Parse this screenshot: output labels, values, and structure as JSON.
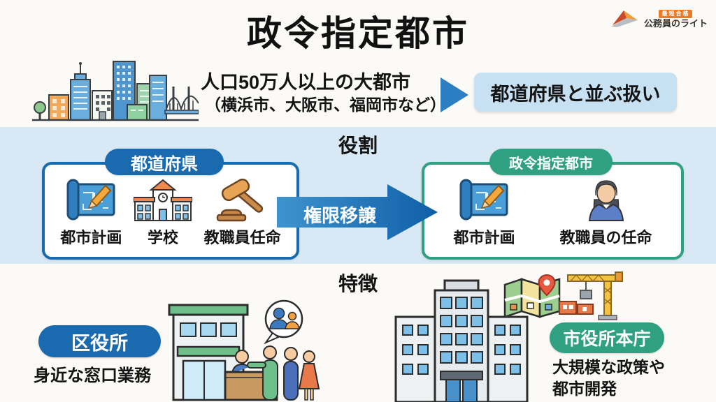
{
  "header": {
    "title": "政令指定都市",
    "logo": {
      "badge": "最短合格",
      "name": "公務員のライト"
    }
  },
  "intro": {
    "line1": "人口50万人以上の大都市",
    "line2": "（横浜市、大阪市、福岡市など）",
    "result": "都道府県と並ぶ扱い"
  },
  "role": {
    "heading": "役割",
    "arrow_label": "権限移譲",
    "prefecture": {
      "title": "都道府県",
      "items": [
        {
          "icon": "blueprint-icon",
          "label": "都市計画"
        },
        {
          "icon": "school-icon",
          "label": "学校"
        },
        {
          "icon": "gavel-icon",
          "label": "教職員任命"
        }
      ]
    },
    "designated": {
      "title": "政令指定都市",
      "items": [
        {
          "icon": "blueprint-icon",
          "label": "都市計画"
        },
        {
          "icon": "teacher-icon",
          "label": "教職員の任命"
        }
      ]
    }
  },
  "features": {
    "heading": "特徴",
    "ward": {
      "title": "区役所",
      "desc": "身近な窓口業務"
    },
    "cityhall": {
      "title": "市役所本庁",
      "desc_line1": "大規模な政策や",
      "desc_line2": "都市開発"
    }
  },
  "colors": {
    "blue_pill": "#1a6ab0",
    "green_pill": "#2fa081",
    "band_bg": "#d8e9f5",
    "result_box_bg": "#c7e1f2",
    "arrow_blue": "#2b7ec2"
  }
}
